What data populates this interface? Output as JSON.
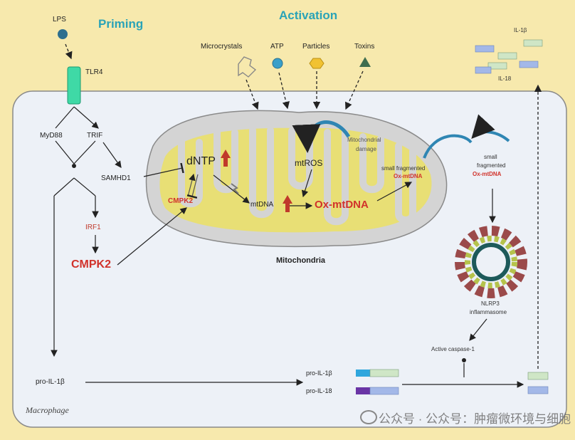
{
  "headers": {
    "priming": "Priming",
    "activation": "Activation"
  },
  "priming": {
    "lps": "LPS",
    "tlr4": "TLR4",
    "myd88": "MyD88",
    "trif": "TRIF",
    "samhd1": "SAMHD1",
    "irf1": "IRF1",
    "cmpk2": "CMPK2",
    "pro_il1b": "pro-IL-1β"
  },
  "activators": [
    "Microcrystals",
    "ATP",
    "Particles",
    "Toxins"
  ],
  "mito": {
    "title": "Mitochondria",
    "dntp": "dNTP",
    "cmpk2": "CMPK2",
    "mtdna": "mtDNA",
    "ox_mtdna": "Ox-mtDNA",
    "mtros": "mtROS",
    "damage_line1": "Mitochondrial",
    "damage_line2": "damage",
    "frag_line1": "small fragmented",
    "frag_line2": "Ox-mtDNA"
  },
  "cytosol": {
    "frag_line1": "small",
    "frag_line2": "fragmented",
    "frag_line3": "Ox-mtDNA",
    "nlrp3_line1": "NLRP3",
    "nlrp3_line2": "inflammasome",
    "caspase": "Active caspase-1",
    "pro_il1b": "pro-IL-1β",
    "pro_il18": "pro-IL-18"
  },
  "secreted": {
    "il1b": "IL-1β",
    "il18": "IL-18"
  },
  "cell_label": "Macrophage",
  "watermark": "公众号 · 公众号：肿瘤微环境与细胞",
  "colors": {
    "background": "#f7e9ad",
    "cell": "#edf1f7",
    "mito_outer": "#d4d4d4",
    "cristae": "#e8df75",
    "accent_red": "#d1322b",
    "tlr4": "#3fd9a6",
    "lps": "#2e6f8e",
    "header": "#2aa3b7"
  }
}
